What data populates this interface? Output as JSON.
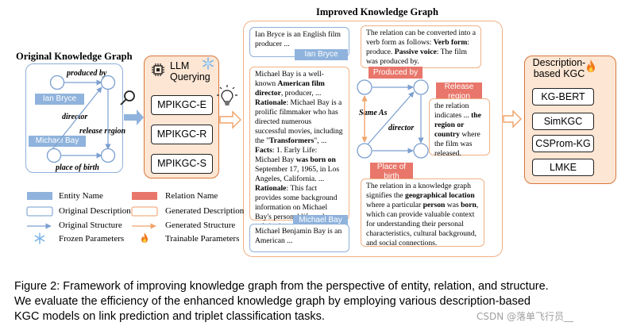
{
  "titles": {
    "original": "Original Knowledge Graph",
    "improved": "Improved Knowledge Graph"
  },
  "original_graph": {
    "entities": [
      "Ian Bryce",
      "Michael Bay"
    ],
    "relations": [
      "produced by",
      "director",
      "release region",
      "place of birth"
    ]
  },
  "llm": {
    "title_line1": "LLM",
    "title_line2": "Querying",
    "models": [
      "MPIKGC-E",
      "MPIKGC-R",
      "MPIKGC-S"
    ]
  },
  "improved_graph": {
    "ian_desc": "Ian Bryce is an English film producer ...",
    "ian_tag": "Ian Bryce",
    "michael_gen": {
      "p1": "Michael Bay is a well-known ",
      "b1": "American film director",
      "p2": ", producer, ... ",
      "b2": "Rationale",
      "p3": ": Michael Bay is a prolific filmmaker who has directed numerous successful movies, including the \"",
      "b3": "Transformers",
      "p4": "\", ... ",
      "b4": "Facts",
      "p5": ": 1. Early Life: Michael Bay ",
      "b5": "was born on",
      "p6": " September 17, 1965, in Los Angeles, California. ... ",
      "b6": "Rationale",
      "p7": ": This fact provides some background information on Michael Bay's personal life and upbringing, ..."
    },
    "michael_tag": "Michael Bay",
    "michael_desc": "Michael Benjamin Bay is an American ...",
    "produced_gen": {
      "p1": "The relation can be converted into a verb form as follows: ",
      "b1": "Verb form",
      "p2": ": produce. ",
      "b2": "Passive voice",
      "p3": ": The film was produced by."
    },
    "produced_tag": "Produced by",
    "release_tag": "Release region",
    "release_gen": {
      "p1": "the relation indicates ... ",
      "b1": "the region or country",
      "p2": " where the film was released."
    },
    "same_as": "Same As",
    "director": "director",
    "birth_tag": "Place of birth",
    "birth_gen": {
      "p1": "The relation in a knowledge graph signifies the ",
      "b1": "geographical location",
      "p2": " where a particular ",
      "b2": "person",
      "p3": " was ",
      "b3": "born",
      "p4": ", which can provide valuable context for understanding their personal characteristics, cultural background, and social connections."
    }
  },
  "kgc": {
    "title": "Description-based KGC",
    "models": [
      "KG-BERT",
      "SimKGC",
      "CSProm-KG",
      "LMKE"
    ]
  },
  "legend": {
    "entity_name": "Entity Name",
    "relation_name": "Relation Name",
    "original_description": "Original Description",
    "generated_description": "Generated Description",
    "original_structure": "Original Structure",
    "generated_structure": "Generated Structure",
    "frozen": "Frozen Parameters",
    "trainable": "Trainable Parameters"
  },
  "caption": {
    "line1": "Figure 2: Framework of improving knowledge graph from the perspective of entity, relation, and structure.",
    "line2": "We evaluate the efficiency of the enhanced knowledge graph by employing various description-based",
    "line3": "KGC models on link prediction and triplet classification tasks."
  },
  "watermark": "CSDN @落单飞行员__",
  "colors": {
    "entity": "#8fb3dc",
    "relation": "#e8766a",
    "llm_fill": "#fde6d3",
    "llm_border": "#d9773a",
    "generated_border": "#f0b184"
  }
}
